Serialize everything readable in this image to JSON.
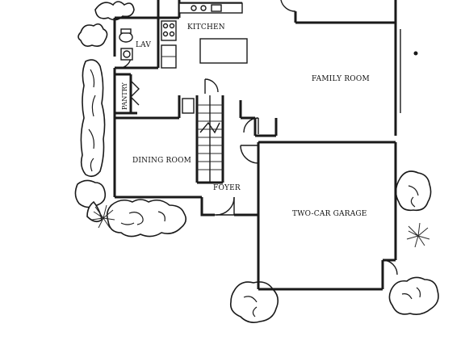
{
  "rooms": {
    "kitchen": "KITCHEN",
    "lav": "LAV",
    "pantry": "PANTRY",
    "family_room": "FAMILY ROOM",
    "dining_room": "DINING ROOM",
    "foyer": "FOYER",
    "garage": "TWO-CAR GARAGE"
  }
}
